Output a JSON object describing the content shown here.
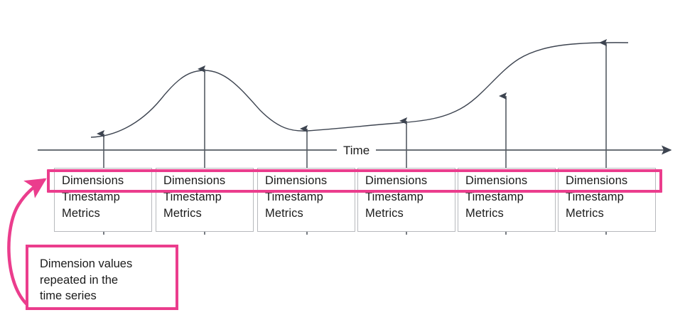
{
  "figure": {
    "axis_label": "Time",
    "accent_color": "#eb3d8d",
    "line_color": "#3d4450",
    "box_border_color": "#b7b9bd",
    "text_color": "#1b1b1b"
  },
  "callout": {
    "lines": [
      "Dimension values",
      "repeated in the",
      "time series"
    ]
  },
  "records": [
    {
      "dimensions": "Dimensions",
      "timestamp": "Timestamp",
      "metrics": "Metrics"
    },
    {
      "dimensions": "Dimensions",
      "timestamp": "Timestamp",
      "metrics": "Metrics"
    },
    {
      "dimensions": "Dimensions",
      "timestamp": "Timestamp",
      "metrics": "Metrics"
    },
    {
      "dimensions": "Dimensions",
      "timestamp": "Timestamp",
      "metrics": "Metrics"
    },
    {
      "dimensions": "Dimensions",
      "timestamp": "Timestamp",
      "metrics": "Metrics"
    },
    {
      "dimensions": "Dimensions",
      "timestamp": "Timestamp",
      "metrics": "Metrics"
    }
  ],
  "chart_data": {
    "type": "line",
    "title": "",
    "xlabel": "Time",
    "ylabel": "",
    "grid": false,
    "legend": "none",
    "axis": {
      "x_start": 53,
      "x_end": 950,
      "y": 211
    },
    "series": [
      {
        "name": "metric",
        "points": [
          {
            "x": 128,
            "y": 193
          },
          {
            "x": 146,
            "y": 191
          },
          {
            "x": 288,
            "y": 99
          },
          {
            "x": 432,
            "y": 183
          },
          {
            "x": 572,
            "y": 172
          },
          {
            "x": 712,
            "y": 137
          },
          {
            "x": 853,
            "y": 62
          },
          {
            "x": 880,
            "y": 60
          }
        ]
      }
    ],
    "samples": [
      {
        "x": 146,
        "curve_y": 191
      },
      {
        "x": 288,
        "curve_y": 99
      },
      {
        "x": 432,
        "curve_y": 183
      },
      {
        "x": 572,
        "curve_y": 172
      },
      {
        "x": 712,
        "curve_y": 137
      },
      {
        "x": 853,
        "curve_y": 62
      }
    ]
  }
}
